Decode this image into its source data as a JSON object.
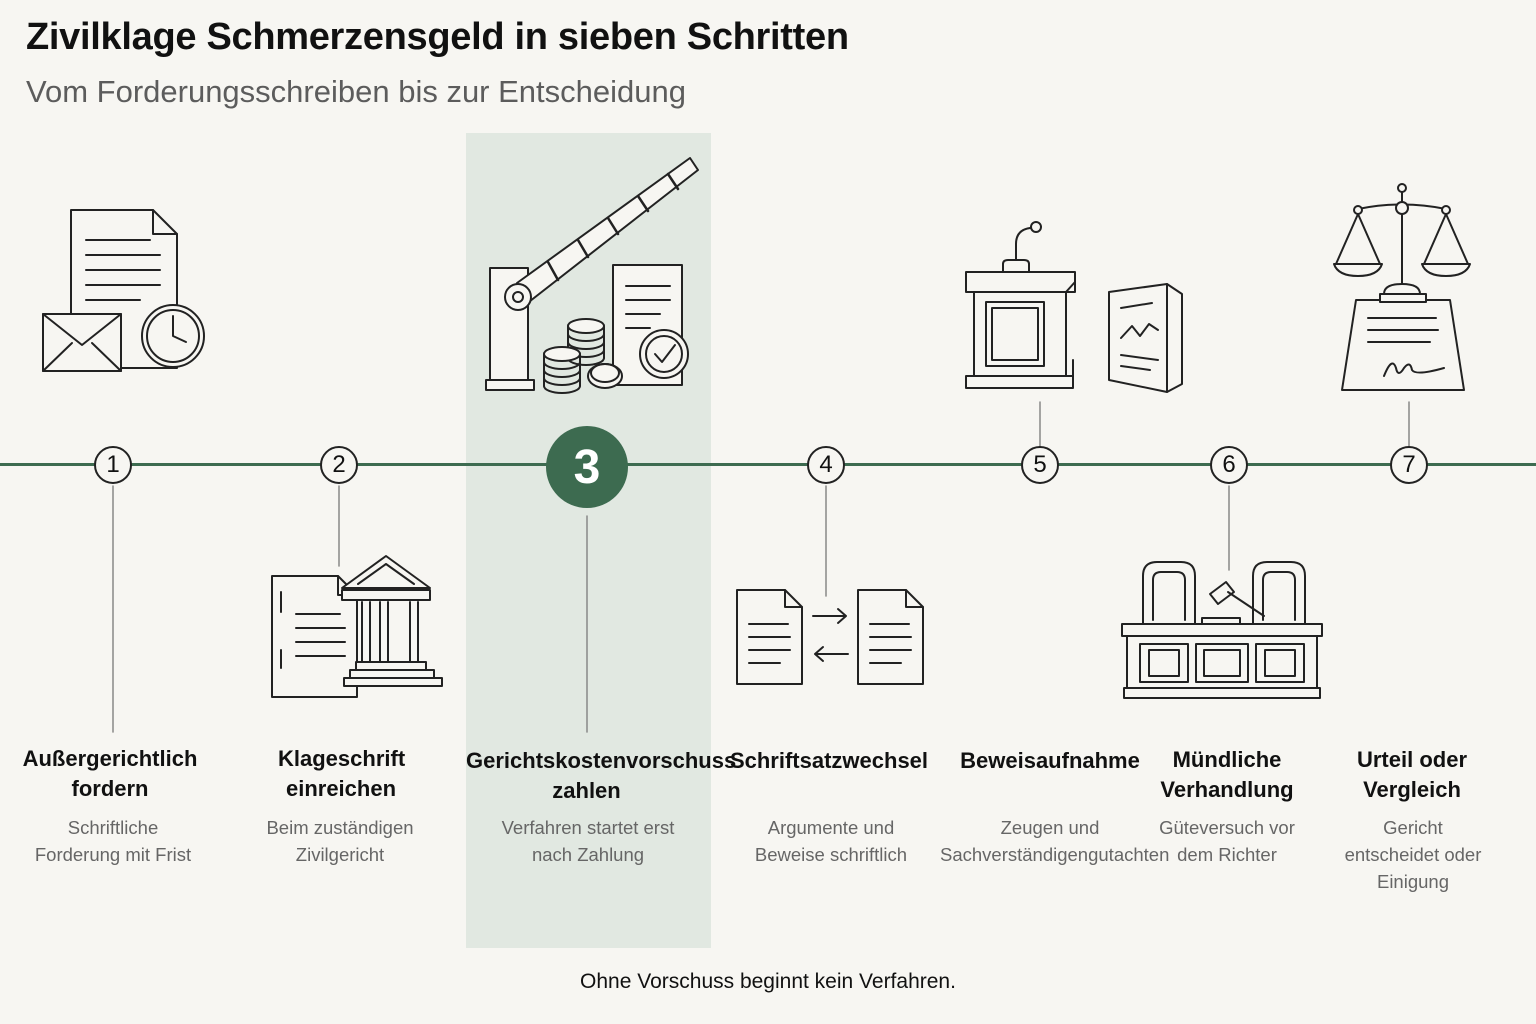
{
  "title": "Zivilklage Schmerzensgeld in sieben Schritten",
  "subtitle": "Vom Forderungsschreiben bis zur Entscheidung",
  "highlight_step": 3,
  "colors": {
    "accent": "#3d6b50",
    "highlight_bg": "#e1e8e1",
    "background": "#f7f6f2"
  },
  "steps": [
    {
      "number": "1",
      "title": "Außergerichtlich fordern",
      "desc": "Schriftliche Forderung mit Frist",
      "icon": "letter-clock-icon"
    },
    {
      "number": "2",
      "title": "Klageschrift einreichen",
      "desc": "Beim zuständigen Zivilgericht",
      "icon": "document-courthouse-icon"
    },
    {
      "number": "3",
      "title": "Gerichtskostenvorschuss zahlen",
      "desc": "Verfahren startet erst nach Zahlung",
      "icon": "barrier-coins-receipt-icon"
    },
    {
      "number": "4",
      "title": "Schriftsatzwechsel",
      "desc": "Argumente und Beweise schriftlich",
      "icon": "document-exchange-icon"
    },
    {
      "number": "5",
      "title": "Beweisaufnahme",
      "desc": "Zeugen und Sachverständigengutachten",
      "icon": "witness-stand-report-icon"
    },
    {
      "number": "6",
      "title": "Mündliche Verhandlung",
      "desc": "Güteversuch vor dem Richter",
      "icon": "judge-bench-gavel-icon"
    },
    {
      "number": "7",
      "title": "Urteil oder Vergleich",
      "desc": "Gericht entscheidet oder Einigung",
      "icon": "scales-signed-document-icon"
    }
  ],
  "footer": "Ohne Vorschuss beginnt kein Verfahren."
}
